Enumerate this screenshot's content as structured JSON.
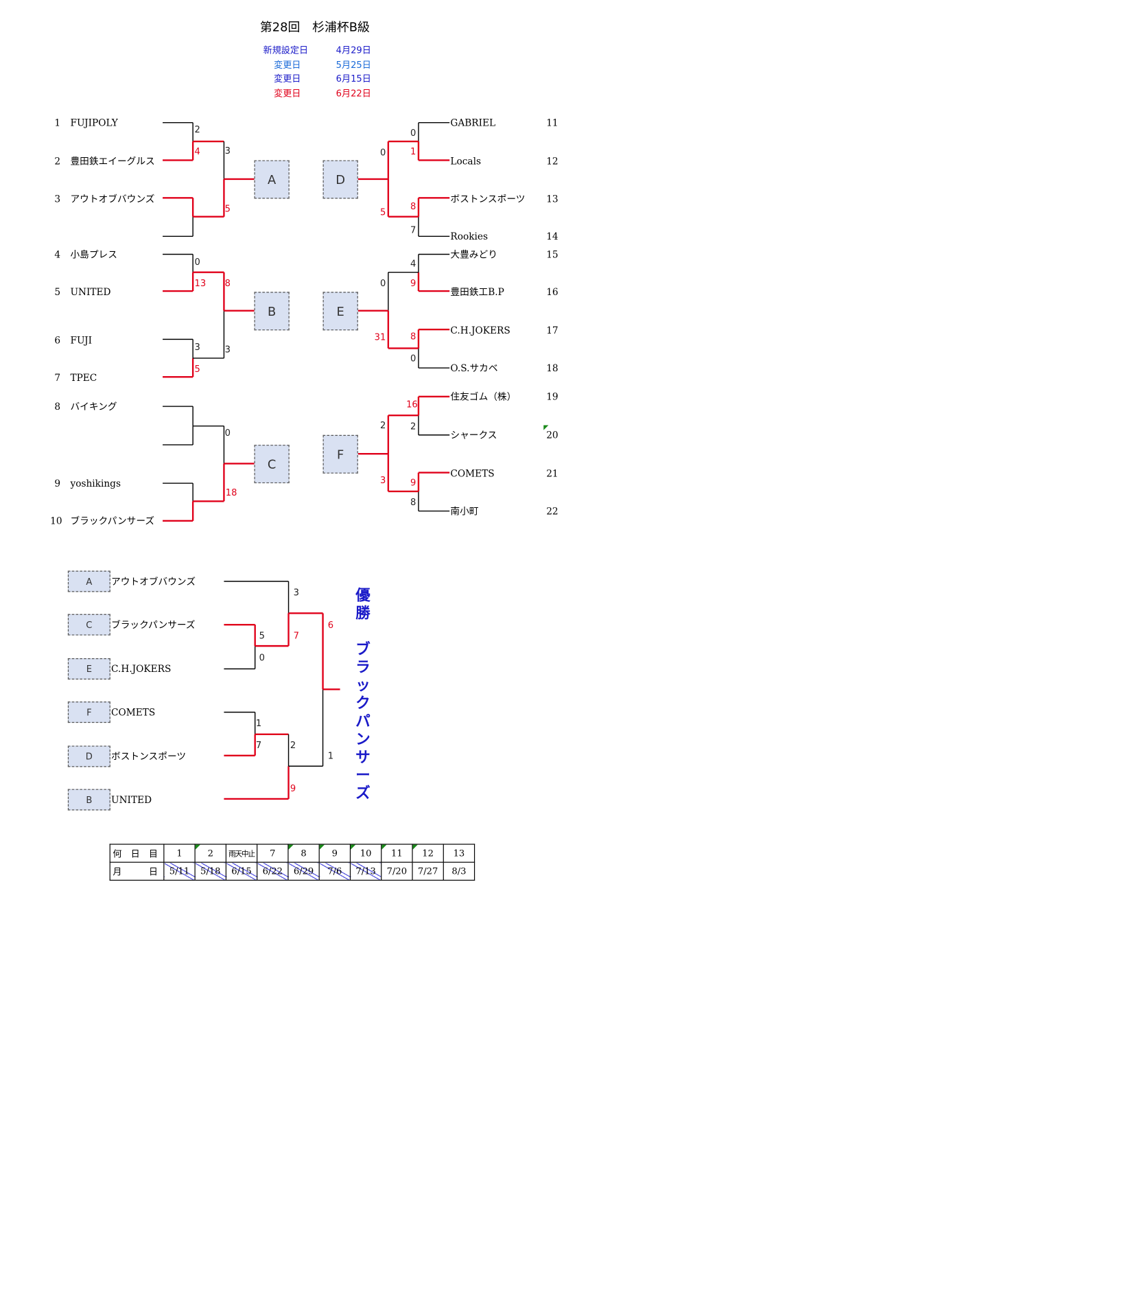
{
  "title": "第28回　杉浦杯B級",
  "dates": [
    {
      "label": "新規設定日",
      "date": "4月29日",
      "color": "#1a1ac8"
    },
    {
      "label": "変更日",
      "date": "5月25日",
      "color": "#1a6ad8"
    },
    {
      "label": "変更日",
      "date": "6月15日",
      "color": "#1a1ac8"
    },
    {
      "label": "変更日",
      "date": "6月22日",
      "color": "#e0001a"
    }
  ],
  "colors": {
    "winner_line": "#e0001a",
    "loser_line": "#000000",
    "champion": "#1a1ac8",
    "box_fill": "#d9e1f2"
  },
  "left_teams": [
    {
      "no": "1",
      "name": "FUJIPOLY"
    },
    {
      "no": "2",
      "name": "豊田鉄エイーグルス"
    },
    {
      "no": "3",
      "name": "アウトオブバウンズ"
    },
    {
      "no": "4",
      "name": "小島プレス"
    },
    {
      "no": "5",
      "name": "UNITED"
    },
    {
      "no": "6",
      "name": "FUJI"
    },
    {
      "no": "7",
      "name": "TPEC"
    },
    {
      "no": "8",
      "name": "バイキング"
    },
    {
      "no": "9",
      "name": "yoshikings"
    },
    {
      "no": "10",
      "name": "ブラックパンサーズ"
    }
  ],
  "right_teams": [
    {
      "no": "11",
      "name": "GABRIEL"
    },
    {
      "no": "12",
      "name": "Locals"
    },
    {
      "no": "13",
      "name": "ボストンスポーツ"
    },
    {
      "no": "14",
      "name": "Rookies"
    },
    {
      "no": "15",
      "name": "大豊みどり"
    },
    {
      "no": "16",
      "name": "豊田鉄工B.P"
    },
    {
      "no": "17",
      "name": "C.H.JOKERS"
    },
    {
      "no": "18",
      "name": "O.S.サカベ"
    },
    {
      "no": "19",
      "name": "住友ゴム（株）"
    },
    {
      "no": "20",
      "name": "シャークス"
    },
    {
      "no": "21",
      "name": "COMETS"
    },
    {
      "no": "22",
      "name": "南小町"
    }
  ],
  "group_boxes": [
    "A",
    "B",
    "C",
    "D",
    "E",
    "F"
  ],
  "scores": {
    "a_r1_top": "2",
    "a_r1_bot": "4",
    "a_sf_top": "3",
    "a_sf_bot": "5",
    "b_r1a_top": "0",
    "b_r1a_bot": "13",
    "b_r1b_top": "3",
    "b_r1b_bot": "5",
    "b_sf_top": "8",
    "b_sf_bot": "3",
    "c_sf_top": "0",
    "c_sf_bot": "18",
    "d_r1_top": "0",
    "d_r1_bot": "1",
    "d_r1b_top": "8",
    "d_r1b_bot": "7",
    "d_sf_top": "0",
    "d_sf_bot": "5",
    "e_r1_top": "4",
    "e_r1_bot": "9",
    "e_r1b_top": "8",
    "e_r1b_bot": "0",
    "e_sf_top": "0",
    "e_sf_bot": "31",
    "f_r1_top": "16",
    "f_r1_bot": "2",
    "f_r1b_top": "9",
    "f_r1b_bot": "8",
    "f_sf_top": "2",
    "f_sf_bot": "3"
  },
  "final_entries": [
    {
      "box": "A",
      "name": "アウトオブバウンズ"
    },
    {
      "box": "C",
      "name": "ブラックパンサーズ"
    },
    {
      "box": "E",
      "name": "C.H.JOKERS"
    },
    {
      "box": "F",
      "name": "COMETS"
    },
    {
      "box": "D",
      "name": "ボストンスポーツ"
    },
    {
      "box": "B",
      "name": "UNITED"
    }
  ],
  "final_scores": {
    "ce_top": "5",
    "ce_bot": "0",
    "fd_top": "1",
    "fd_bot": "7",
    "semi1_top": "3",
    "semi1_bot": "7",
    "semi2_top": "2",
    "semi2_bot": "9",
    "final_top": "6",
    "final_bot": "1"
  },
  "champion": {
    "label": "優勝",
    "team": "ブラックパンサーズ"
  },
  "schedule": {
    "row1_label": "何　日　目",
    "row2_label": "月　　　日",
    "days": [
      "1",
      "2",
      "雨天中止",
      "7",
      "8",
      "9",
      "10",
      "11",
      "12",
      "13"
    ],
    "dates": [
      "5/11",
      "5/18",
      "6/15",
      "6/22",
      "6/29",
      "7/6",
      "7/13",
      "7/20",
      "7/27",
      "8/3"
    ]
  }
}
